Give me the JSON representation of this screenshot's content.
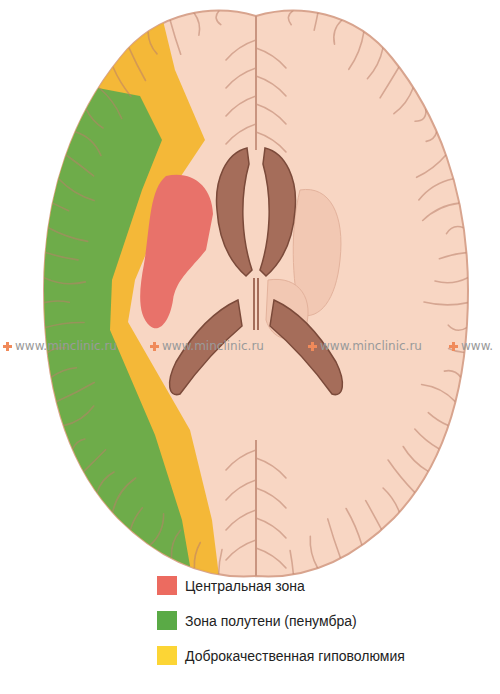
{
  "diagram": {
    "labels": [
      "www.minclinic.ru",
      "www.minclinic.ru",
      "www.minclinic.ru",
      "www."
    ],
    "legend": [
      {
        "text": "Центральная зона",
        "color": "#ec6b60"
      },
      {
        "text": "Зона полутени (пенумбра)",
        "color": "#5aaa46"
      },
      {
        "text": "Доброкачественная гиповолюмия",
        "color": "#fcd535"
      }
    ]
  }
}
